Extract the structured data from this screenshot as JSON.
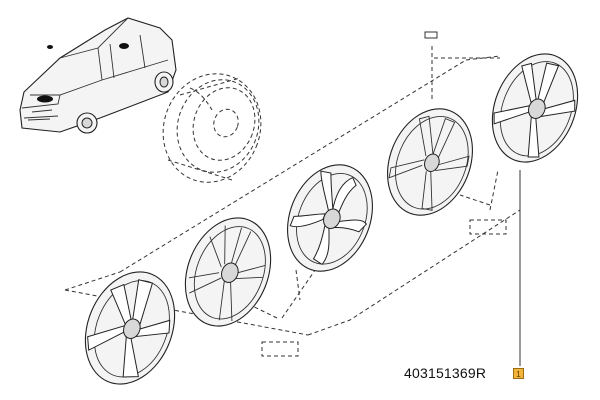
{
  "part_number": "403151369R",
  "ref_badge": "1",
  "colors": {
    "badge": "#f2b43a",
    "line": "#333333"
  },
  "components": [
    "car",
    "steel-wheel",
    "wheel-cover-1",
    "wheel-cover-2",
    "wheel-cover-3",
    "wheel-cover-4",
    "wheel-cover-5"
  ]
}
